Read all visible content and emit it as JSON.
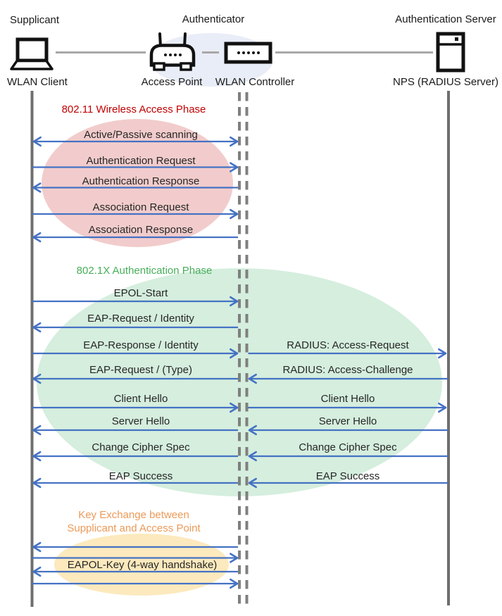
{
  "actors": {
    "supplicant": {
      "role": "Supplicant",
      "device": "WLAN Client"
    },
    "authenticator": {
      "role": "Authenticator",
      "devices": {
        "ap": "Access Point",
        "wlc": "WLAN Controller"
      }
    },
    "server": {
      "role": "Authentication Server",
      "device": "NPS (RADIUS Server)"
    }
  },
  "icons": {
    "supplicant": "laptop-icon",
    "authenticator_ap": "access-point-icon",
    "authenticator_wlc": "wlan-controller-icon",
    "server": "server-tower-icon"
  },
  "phases": {
    "wireless_access": {
      "title": "802.11 Wireless Access Phase",
      "title_color": "#C00000",
      "ellipse_color": "#F2CCCC",
      "messages": [
        {
          "label": "Active/Passive scanning",
          "direction": "both"
        },
        {
          "label": "Authentication Request",
          "direction": "right"
        },
        {
          "label": "Authentication Response",
          "direction": "left"
        },
        {
          "label": "Association Request",
          "direction": "right"
        },
        {
          "label": "Association Response",
          "direction": "left"
        }
      ]
    },
    "authentication": {
      "title": "802.1X Authentication Phase",
      "title_color": "#47AE5A",
      "ellipse_color": "#D5EEDE",
      "rows": [
        {
          "left": {
            "label": "EPOL-Start",
            "direction": "right"
          }
        },
        {
          "left": {
            "label": "EAP-Request / Identity",
            "direction": "left"
          }
        },
        {
          "left": {
            "label": "EAP-Response / Identity",
            "direction": "right"
          },
          "right": {
            "label": "RADIUS: Access-Request",
            "direction": "right"
          }
        },
        {
          "left": {
            "label": "EAP-Request / (Type)",
            "direction": "left"
          },
          "right": {
            "label": "RADIUS: Access-Challenge",
            "direction": "left"
          }
        },
        {
          "left": {
            "label": "Client Hello",
            "direction": "right"
          },
          "right": {
            "label": "Client Hello",
            "direction": "right"
          }
        },
        {
          "left": {
            "label": "Server Hello",
            "direction": "left"
          },
          "right": {
            "label": "Server Hello",
            "direction": "left"
          }
        },
        {
          "left": {
            "label": "Change Cipher Spec",
            "direction": "left"
          },
          "right": {
            "label": "Change Cipher Spec",
            "direction": "left"
          }
        },
        {
          "left": {
            "label": "EAP Success",
            "direction": "left"
          },
          "right": {
            "label": "EAP Success",
            "direction": "left"
          }
        }
      ]
    },
    "key_exchange": {
      "title_line1": "Key Exchange between",
      "title_line2": "Supplicant and Access Point",
      "title_color": "#EC9A58",
      "ellipse_color": "#FCE9BD",
      "messages": [
        {
          "label": "EAPOL-Key (4-way handshake)",
          "direction": "left-right-left-right"
        }
      ]
    }
  },
  "colors": {
    "arrow": "#4472C4",
    "lifeline": "#6E6E6E",
    "authenticator_halo": "#E9EDF7"
  }
}
